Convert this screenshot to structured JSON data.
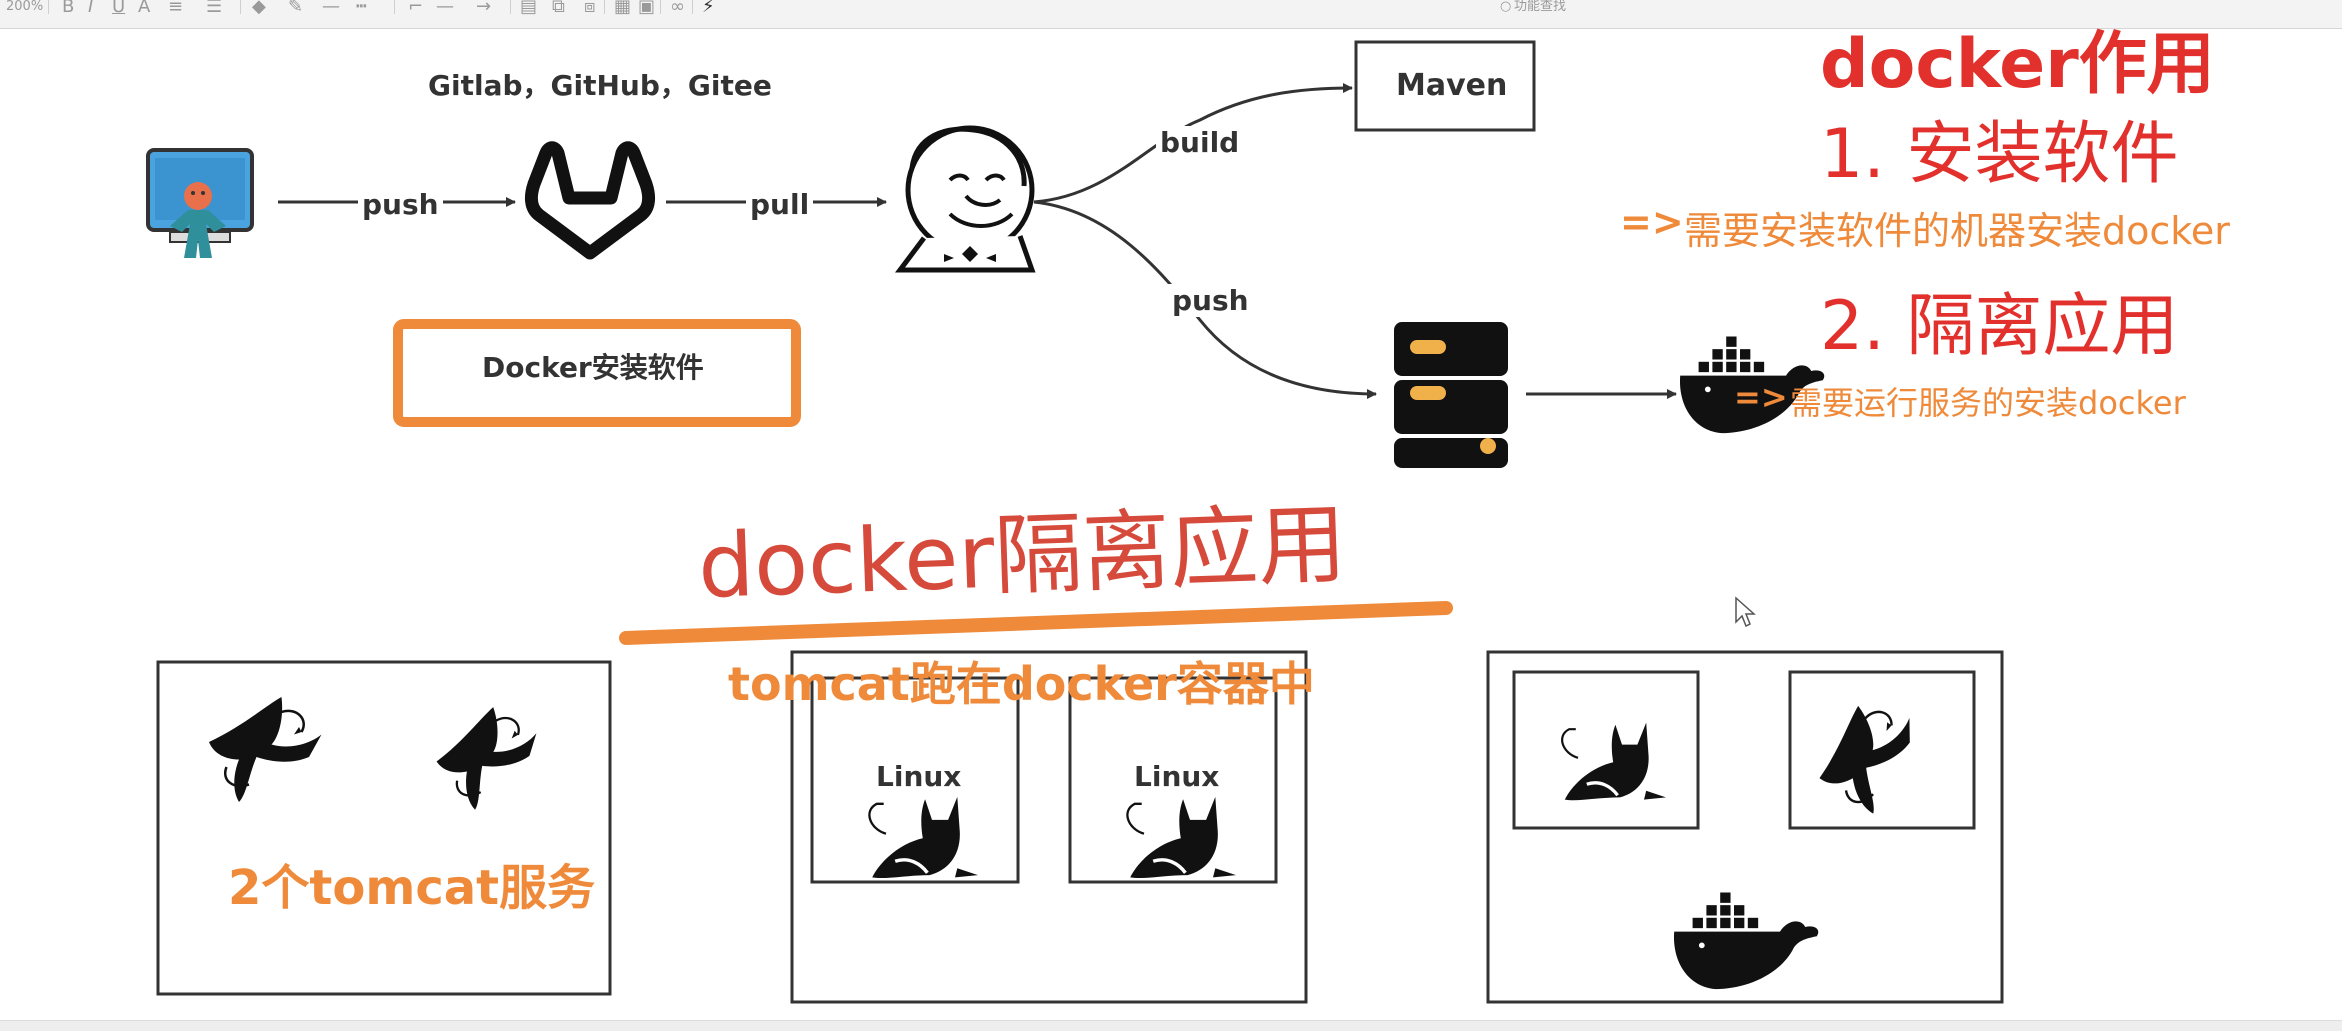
{
  "toolbar": {
    "zoom": "200%",
    "search_label": "功能查找"
  },
  "pipeline": {
    "repos_label": "Gitlab，GitHub，Gitee",
    "push_label": "push",
    "pull_label": "pull",
    "build_label": "build",
    "push2_label": "push",
    "maven_label": "Maven",
    "docker_install_label": "Docker安装软件"
  },
  "notes": {
    "title": "docker作用",
    "point1": "1. 安装软件",
    "point1_arrow": "=>",
    "point1_detail": "需要安装软件的机器安装docker",
    "point2": "2. 隔离应用",
    "point2_arrow": "=>",
    "point2_detail": "需要运行服务的安装docker"
  },
  "isolation": {
    "heading": "docker隔离应用",
    "subheading": "tomcat跑在docker容器中",
    "two_services_label": "2个tomcat服务",
    "linux_label_1": "Linux",
    "linux_label_2": "Linux"
  },
  "colors": {
    "red": "#e2312c",
    "orange": "#ee8a3a",
    "dark": "#111111"
  }
}
